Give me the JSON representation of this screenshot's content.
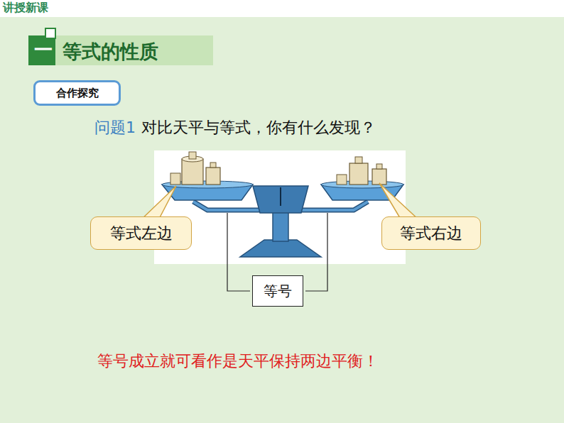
{
  "diagram": {
    "title": "等式的性质",
    "nodes": [
      {
        "text": [
          "合作探究"
        ]
      },
      {
        "text": [
          "等式左边"
        ]
      },
      {
        "text": [
          "等式右边"
        ]
      },
      {
        "text": [
          "等号"
        ]
      }
    ],
    "labels": [
      "讲授新课",
      "一",
      "问题1",
      "对比天平与等式，你有什么发现？",
      "等号成立就可看作是天平保持两边平衡！"
    ]
  }
}
